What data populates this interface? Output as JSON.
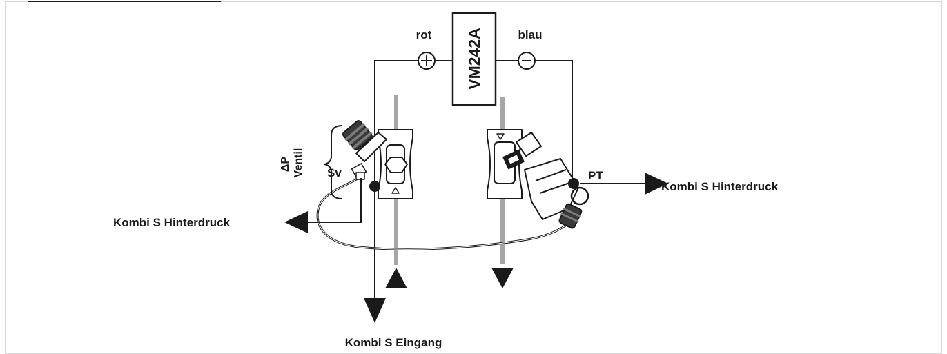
{
  "meter": {
    "model": "VM242A"
  },
  "probes": {
    "positive": {
      "color_label": "rot",
      "symbol": "+"
    },
    "negative": {
      "color_label": "blau",
      "symbol": "-"
    }
  },
  "labels": {
    "delta_p": "ΔP",
    "ventil": "Ventil",
    "sv": "Sv",
    "pt": "PT",
    "right_output": "Kombi S Hinterdruck",
    "left_output": "Kombi S Hinterdruck",
    "bottom_input": "Kombi S Eingang"
  },
  "colors": {
    "line": "#1a1a1a",
    "pipe": "#a6a6a6",
    "frame": "#c8c8c8"
  }
}
